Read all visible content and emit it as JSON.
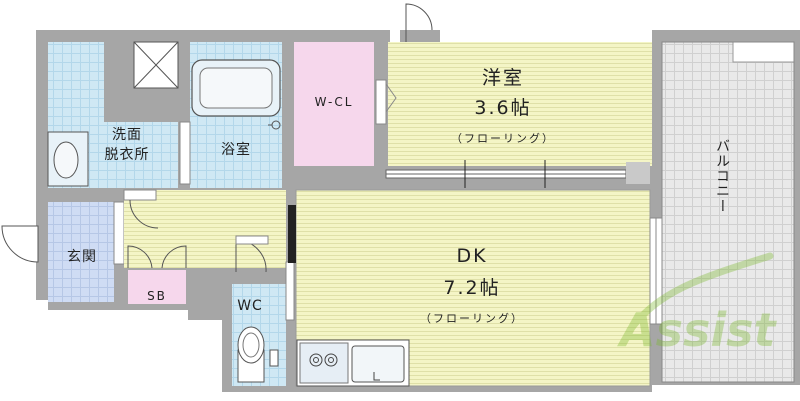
{
  "rooms": {
    "western": {
      "name": "洋室",
      "size": "3.6帖",
      "floor": "（フローリング）"
    },
    "dk": {
      "name": "DK",
      "size": "7.2帖",
      "floor": "（フローリング）"
    },
    "wcl": "W-CL",
    "washroom": [
      "洗面",
      "脱衣所"
    ],
    "bath": "浴室",
    "entrance": "玄関",
    "sb": "SB",
    "wc": "WC",
    "balcony": "バルコニー"
  },
  "watermark": "Assist",
  "colors": {
    "wall": "#a6a6a6",
    "western_floor": "#f4f5c6",
    "dk_floor": "#f4f5c6",
    "wcl_floor": "#f6d7ec",
    "wet_floor": "#cfe8f4",
    "entrance_floor": "#cfdcf4",
    "sb_floor": "#f6d7ec",
    "balcony": "#e9e9e9",
    "watermark": "#7ab82a"
  }
}
